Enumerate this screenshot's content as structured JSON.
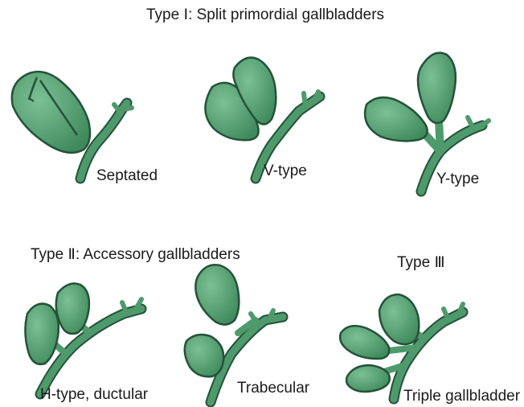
{
  "headers": {
    "type1": "Type Ⅰ: Split primordial gallbladders",
    "type2": "Type Ⅱ: Accessory gallbladders",
    "type3": "Type Ⅲ"
  },
  "labels": {
    "septated": "Septated",
    "v_type": "V-type",
    "y_type": "Y-type",
    "h_type": "H-type, ductular",
    "trabecular": "Trabecular",
    "triple": "Triple gallbladder"
  },
  "colors": {
    "fill": "#4f9a6c",
    "outline": "#245239",
    "highlight": "#7cc095"
  }
}
